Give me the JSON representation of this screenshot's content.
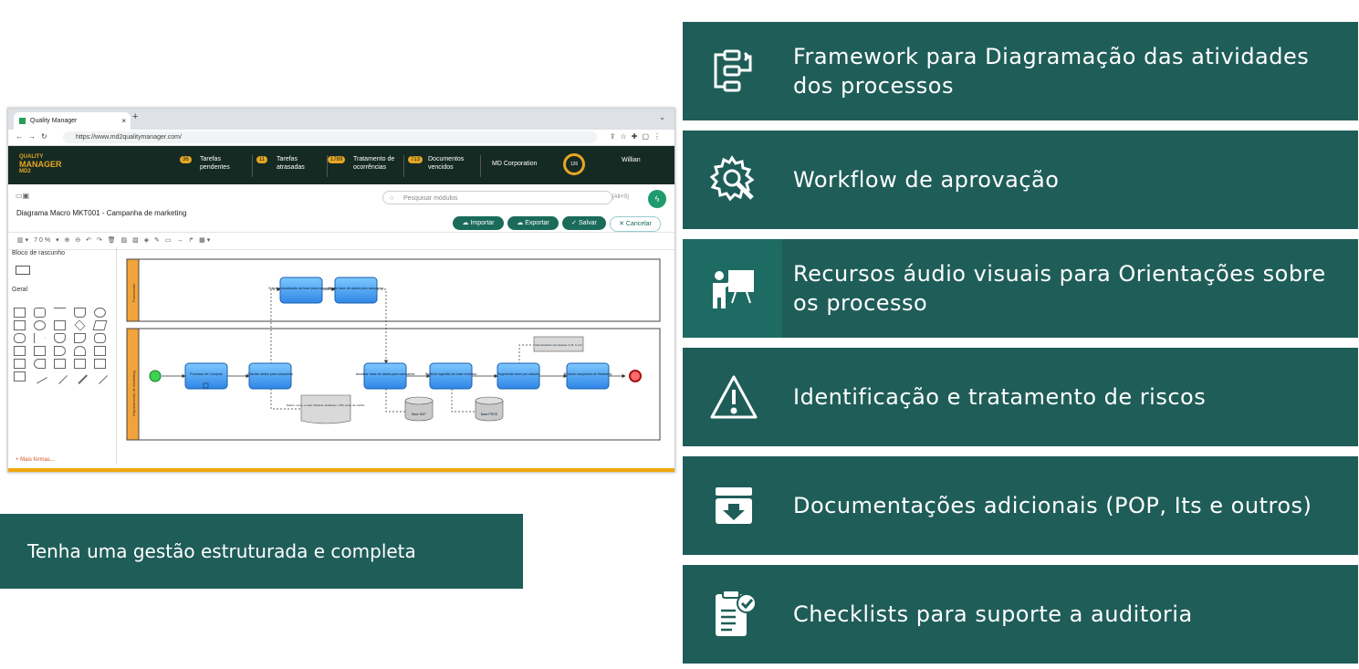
{
  "browser": {
    "tab_title": "Quality Manager",
    "tab_close": "×",
    "new_tab": "+",
    "url": "https://www.md2qualitymanager.com/"
  },
  "app_header": {
    "logo_top": "QUALITY",
    "logo_mid": "MANAGER",
    "logo_bottom": "MD2",
    "stats": [
      {
        "count": "36",
        "label_line1": "Tarefas",
        "label_line2": "pendentes"
      },
      {
        "count": "11",
        "label_line1": "Tarefas",
        "label_line2": "atrasadas"
      },
      {
        "count": "1789",
        "label_line1": "Tratamento de",
        "label_line2": "ocorrências"
      },
      {
        "count": "713",
        "label_line1": "Documentos",
        "label_line2": "vencidos"
      }
    ],
    "company": "MD Corporation",
    "score": "126",
    "user": "Willian"
  },
  "toolbar": {
    "search_placeholder": "Pesquisar módulos",
    "shortcut": "[Alt+S]",
    "diagram_title": "Diagrama Macro MKT001 - Campanha de marketing",
    "import_label": "Importar",
    "export_label": "Exportar",
    "save_label": "Salvar",
    "cancel_label": "Cancelar",
    "zoom": "70%"
  },
  "sidebar": {
    "section_scratch": "Bloco de rascunho",
    "section_general": "Geral",
    "more_shapes": "+ Mais formas..."
  },
  "diagram": {
    "lane_top": "Fornecedor",
    "lane_bottom": "Departamento de marketing",
    "tasks": {
      "solicitar_atualizacao": "Solicitar atualização da base para campanha",
      "enviar_base": "Enviar base de dados para campanha",
      "processo_compras": "Processo de Compras",
      "solicitar_dados": "Solicitar dados para campanha",
      "atualizar_base": "Atualizar base de dados para campanha",
      "realizar_ingestao": "Realizar ingestão de base recebida",
      "segmentar_base": "Segmentar base por classes",
      "realizar_campanha": "Realizar campanha de Marketing"
    },
    "doc_note": "Dados: nome, e-mail, Telefone, Endereço, CPF, score de crédito.",
    "class_note": "Demonstrado nas classes: A, B, C e D",
    "db_mkt": "Base MKT",
    "db_prod": "Base PROD"
  },
  "features": [
    {
      "icon": "diagram-flow-icon",
      "text": "Framework para Diagramação das atividades  dos processos"
    },
    {
      "icon": "gear-wrench-icon",
      "text": "Workflow de aprovação"
    },
    {
      "icon": "presentation-icon",
      "text": "Recursos áudio visuais para Orientações sobre os processo"
    },
    {
      "icon": "warning-icon",
      "text": "Identificação e tratamento de riscos"
    },
    {
      "icon": "archive-download-icon",
      "text": "Documentações adicionais (POP, Its e outros)"
    },
    {
      "icon": "clipboard-check-icon",
      "text": "Checklists para suporte a auditoria"
    }
  ],
  "tagline": "Tenha uma gestão estruturada e completa",
  "colors": {
    "panel": "#1f5d58",
    "accent": "#e7a623",
    "app_header": "#152a23"
  }
}
